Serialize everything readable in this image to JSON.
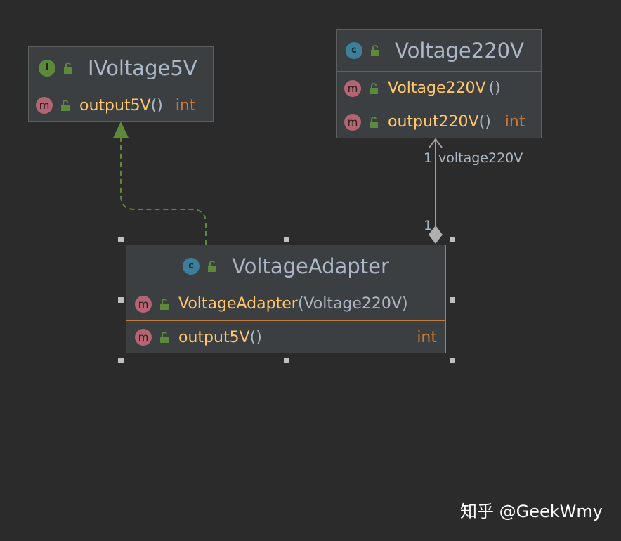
{
  "interface_box": {
    "kind_letter": "I",
    "title": "IVoltage5V",
    "methods": [
      {
        "icon_letter": "m",
        "name": "output5V",
        "parens": "()",
        "params": "",
        "return_type": "int"
      }
    ]
  },
  "voltage220_box": {
    "kind_letter": "c",
    "title": "Voltage220V",
    "methods": [
      {
        "icon_letter": "m",
        "name": "Voltage220V",
        "parens": "()",
        "params": "",
        "return_type": ""
      },
      {
        "icon_letter": "m",
        "name": "output220V",
        "parens": "()",
        "params": "",
        "return_type": "int"
      }
    ]
  },
  "adapter_box": {
    "kind_letter": "c",
    "title": "VoltageAdapter",
    "methods": [
      {
        "icon_letter": "m",
        "name": "VoltageAdapter",
        "parens": " (",
        "params": "Voltage220V",
        "close": ")",
        "return_type": ""
      },
      {
        "icon_letter": "m",
        "name": "output5V",
        "parens": "()",
        "params": "",
        "return_type": "int"
      }
    ]
  },
  "association": {
    "target_multiplicity": "1",
    "role_name": "voltage220V",
    "source_multiplicity": "1"
  },
  "colors": {
    "background": "#2b2b2b",
    "node_fill": "#3c3f41",
    "selected_border": "#c07a3a",
    "method_name": "#ffc66d",
    "return_type": "#cc7832",
    "realization_line": "#5c8a3a"
  },
  "watermark": "知乎 @GeekWmy"
}
